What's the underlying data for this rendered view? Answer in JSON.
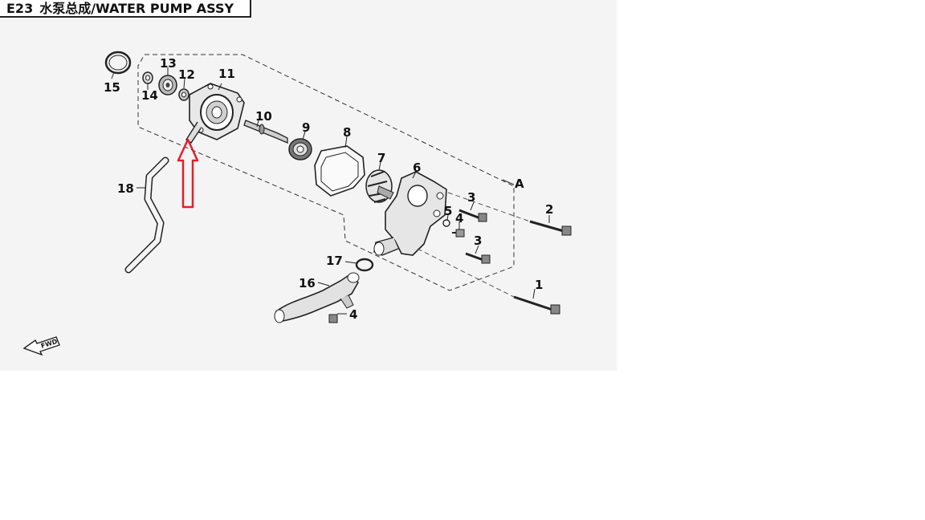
{
  "title": {
    "code": "E23",
    "name": "水泵总成/WATER PUMP ASSY"
  },
  "callouts": {
    "p1": "1",
    "p2": "2",
    "p3a": "3",
    "p3b": "3",
    "p4a": "4",
    "p4b": "4",
    "p5": "5",
    "p6": "6",
    "p7": "7",
    "p8": "8",
    "p9": "9",
    "p10": "10",
    "p11": "11",
    "p12": "12",
    "p13": "13",
    "p14": "14",
    "p15": "15",
    "p16": "16",
    "p17": "17",
    "p18": "18",
    "section": "A"
  },
  "fwd_label": "FWD",
  "highlight_color": "#e0202a",
  "line_color": "#222222"
}
